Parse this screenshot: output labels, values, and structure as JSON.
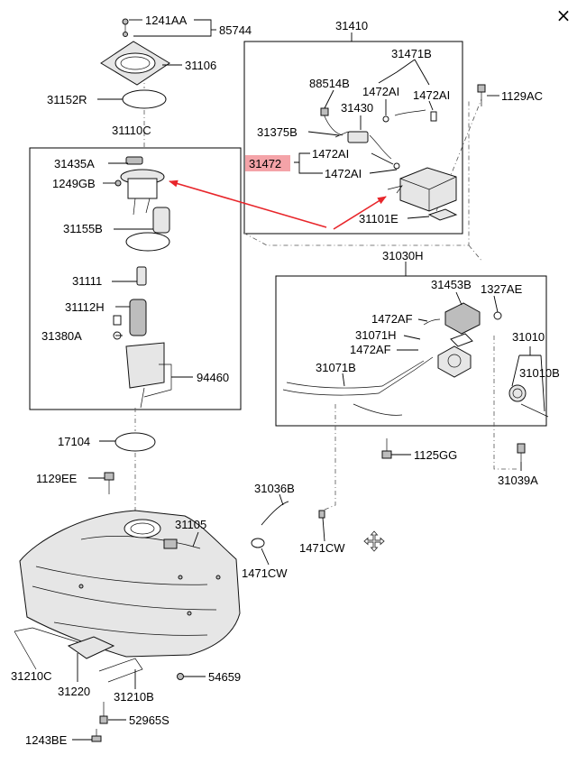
{
  "close_symbol": "×",
  "labels": {
    "p1241AA": "1241AA",
    "p85744": "85744",
    "p31106": "31106",
    "p31152R": "31152R",
    "p31110C": "31110C",
    "p31435A": "31435A",
    "p1249GB": "1249GB",
    "p31155B": "31155B",
    "p31111": "31111",
    "p31112H": "31112H",
    "p31380A": "31380A",
    "p94460": "94460",
    "p17104": "17104",
    "p1129EE": "1129EE",
    "p31105": "31105",
    "p31210C": "31210C",
    "p31220": "31220",
    "p31210B": "31210B",
    "p54659": "54659",
    "p52965S": "52965S",
    "p1243BE": "1243BE",
    "p31410": "31410",
    "p31471B": "31471B",
    "p88514B": "88514B",
    "p1472AI_a": "1472AI",
    "p1472AI_b": "1472AI",
    "p31430": "31430",
    "p31375B": "31375B",
    "p1472AI_c": "1472AI",
    "p31472": "31472",
    "p1472AI_d": "1472AI",
    "p31101E": "31101E",
    "p1129AC": "1129AC",
    "p31030H": "31030H",
    "p31453B": "31453B",
    "p1327AE": "1327AE",
    "p1472AF_a": "1472AF",
    "p31071H": "31071H",
    "p1472AF_b": "1472AF",
    "p31071B": "31071B",
    "p31010": "31010",
    "p31010B": "31010B",
    "p1125GG": "1125GG",
    "p31039A": "31039A",
    "p31036B": "31036B",
    "p1471CW_a": "1471CW",
    "p1471CW_b": "1471CW"
  },
  "colors": {
    "highlight_fill": "#f4a3a8",
    "arrow": "#e8262b"
  },
  "icons": {
    "close": "close-icon",
    "move": "move-icon"
  }
}
